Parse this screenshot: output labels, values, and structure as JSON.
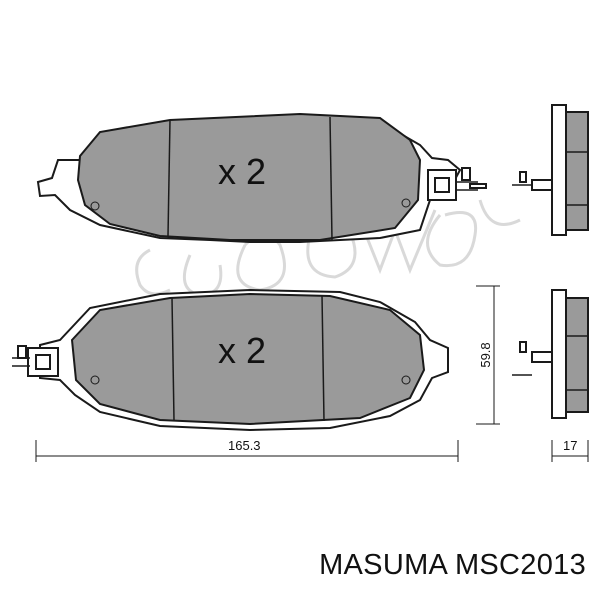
{
  "pads": [
    {
      "quantity": "x 2"
    },
    {
      "quantity": "x 2"
    }
  ],
  "dimensions": {
    "width": "165.3",
    "height": "59.8",
    "thickness": "17"
  },
  "caption": {
    "brand": "MASUMA",
    "part_number": "MSC2013"
  }
}
